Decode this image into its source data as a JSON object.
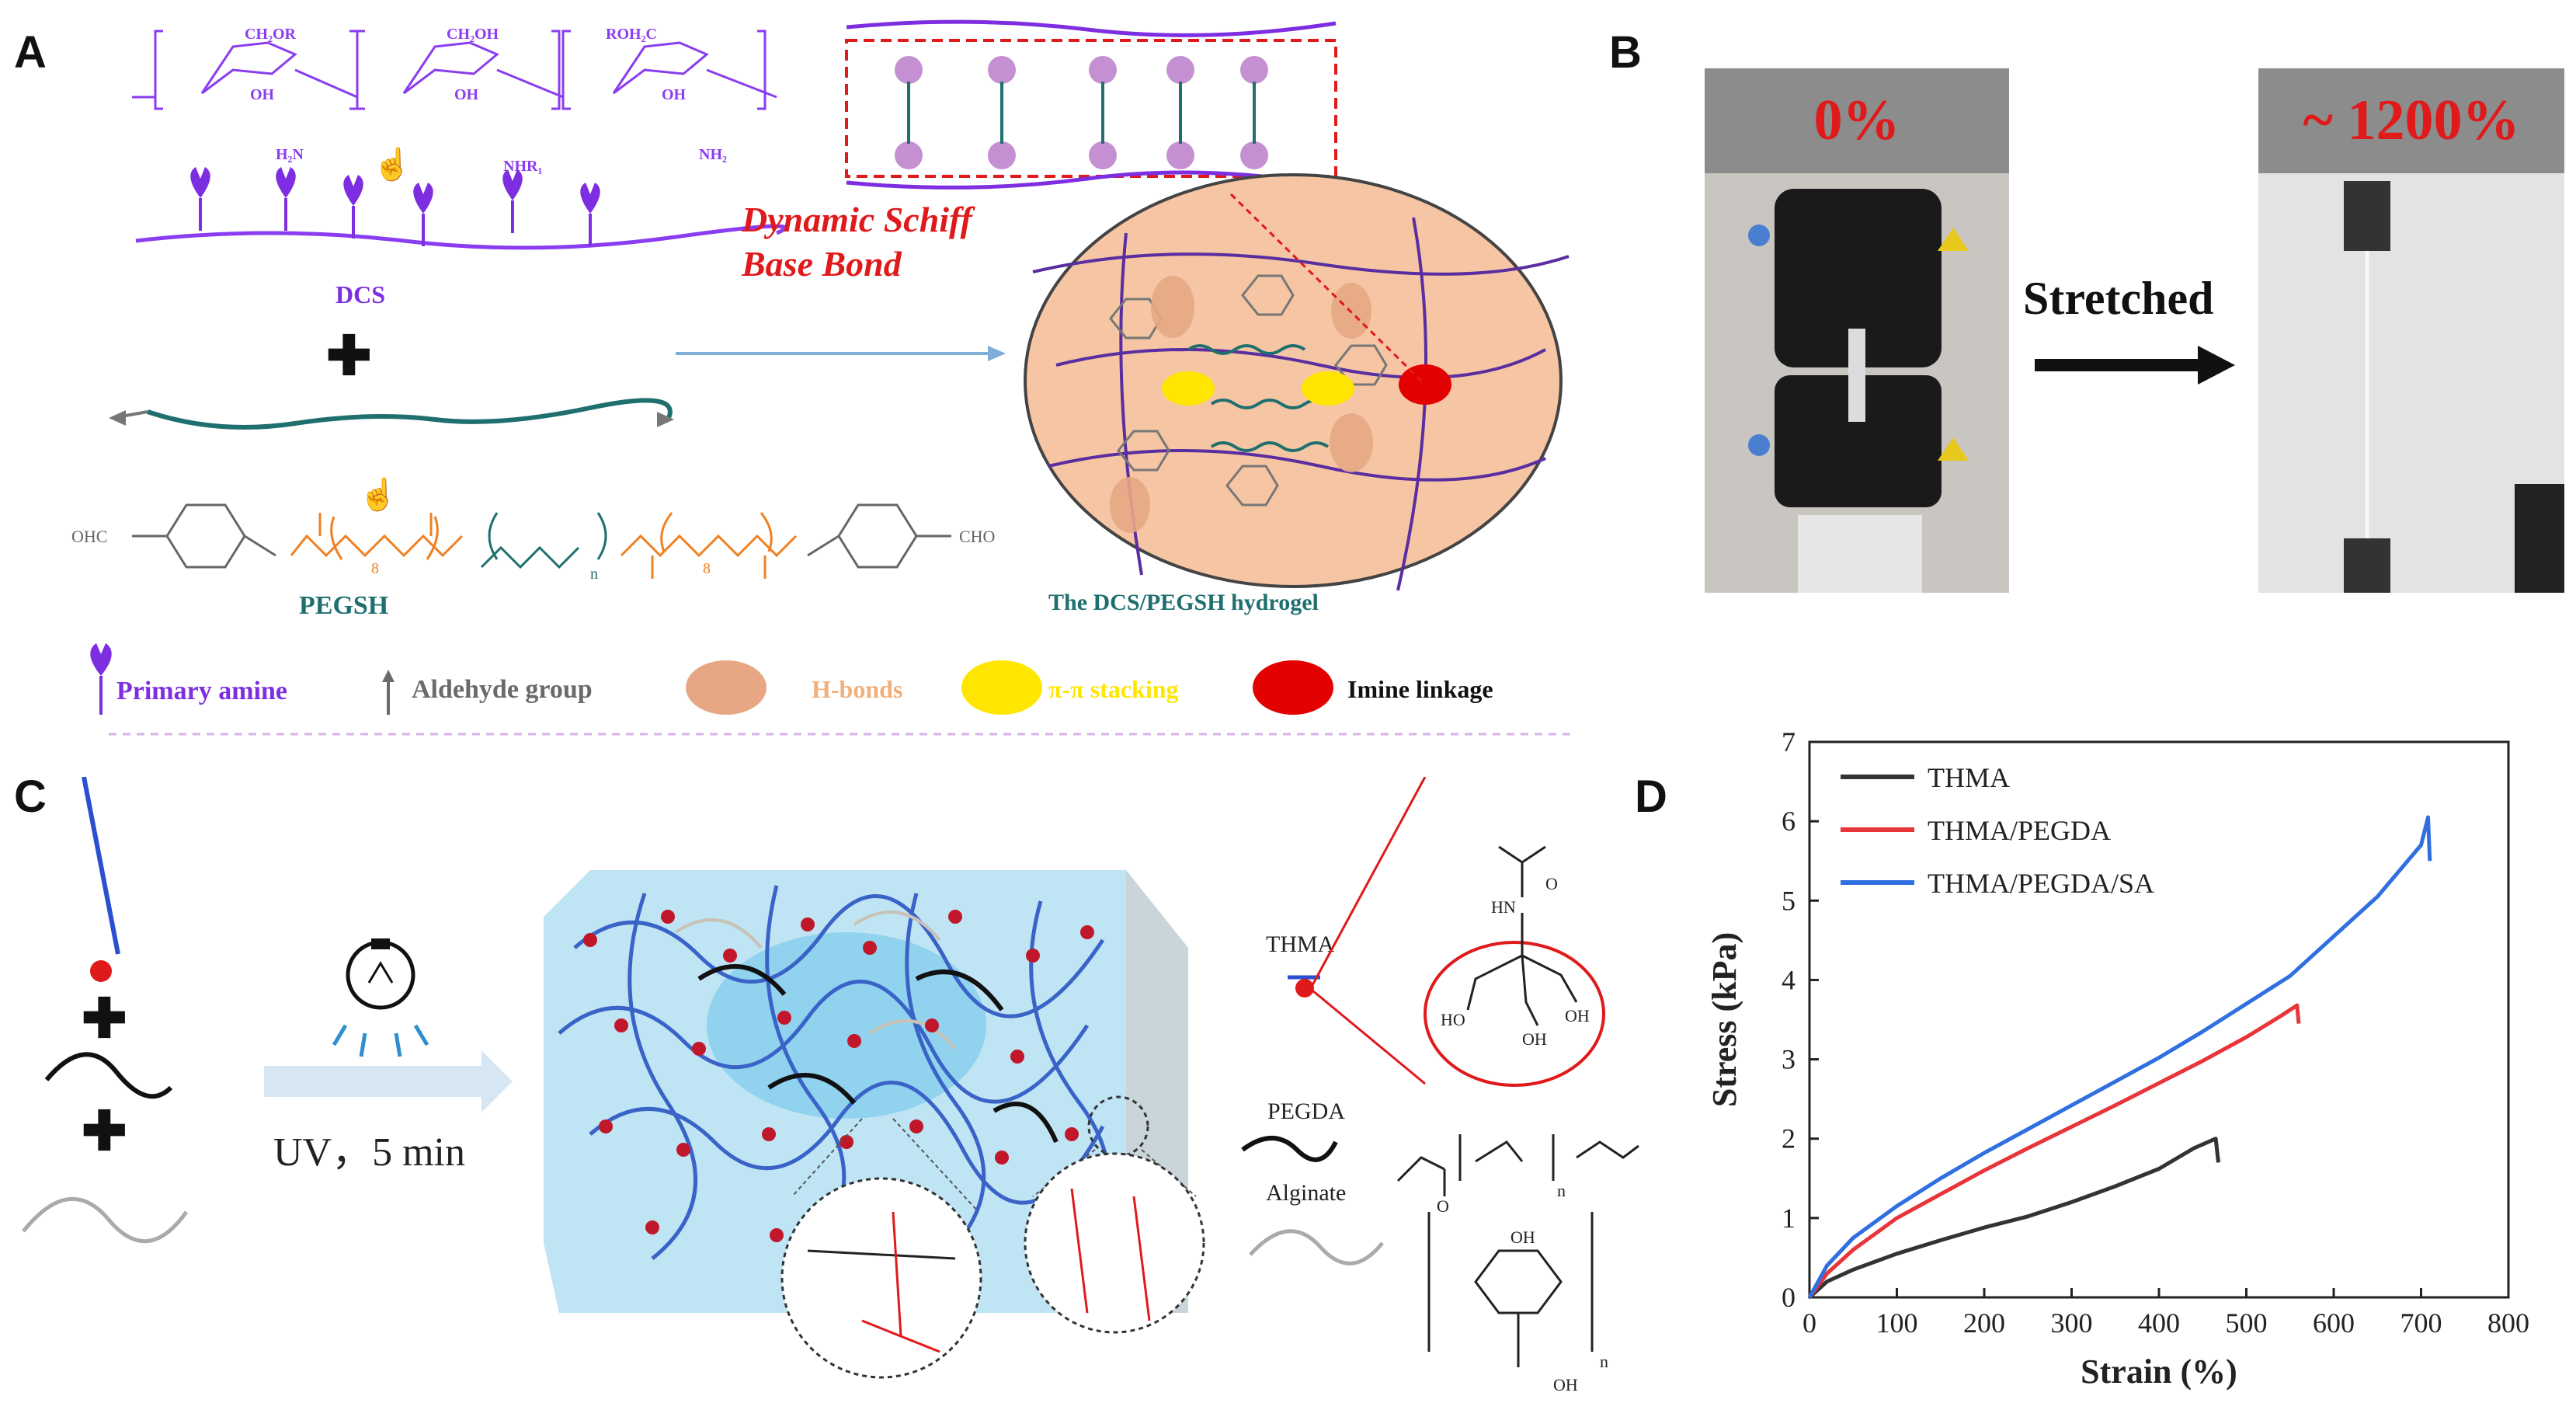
{
  "panels": {
    "a": "A",
    "b": "B",
    "c": "C",
    "d": "D"
  },
  "panel_a": {
    "dcs_label": "DCS",
    "schiff_line1": "Dynamic Schiff",
    "schiff_line2": "Base Bond",
    "pegsh_label": "PEGSH",
    "hydrogel_label": "The DCS/PEGSH hydrogel",
    "ohc_label": "OHC",
    "cho_label": "CHO",
    "subscript_n": "n",
    "subscript_8a": "8",
    "subscript_8b": "8",
    "chem_ch2or": "CH₂OR",
    "chem_ch2oh": "CH₂OH",
    "chem_roh2c": "ROH₂C",
    "chem_oh": "OH",
    "chem_h2n": "H₂N",
    "chem_nhr1": "NHR₁",
    "chem_nh2": "NH₂",
    "legend": [
      {
        "label": "Primary amine",
        "color": "#7d2ee0"
      },
      {
        "label": "Aldehyde group",
        "color": "#6a6a6a"
      },
      {
        "label": "H-bonds",
        "color": "#f0b07c"
      },
      {
        "label": "π-π stacking",
        "color": "#ffe600"
      },
      {
        "label": "Imine linkage",
        "color": "#111111"
      }
    ],
    "colors": {
      "amine": "#7d2ee0",
      "chain": "#1f6f6f",
      "pegsh_orange": "#f08020",
      "schiff_red": "#e0191b",
      "hydrogel_fill": "#f6c5a3",
      "imine_red": "#e30000"
    }
  },
  "panel_b": {
    "before_label": "0%",
    "after_label": "~ 1200%",
    "arrow_label": "Stretched"
  },
  "panel_c": {
    "uv_label": "UV，5 min",
    "thma_label": "THMA",
    "pegda_label": "PEGDA",
    "alginate_label": "Alginate",
    "chem_oh": "OH",
    "chem_ho": "HO",
    "chem_hn": "HN",
    "chem_o": "O",
    "chem_n": "n"
  },
  "chart_data": {
    "type": "line",
    "xlabel": "Strain (%)",
    "ylabel": "Stress (kPa)",
    "xlim": [
      0,
      800
    ],
    "ylim": [
      0,
      7
    ],
    "xticks": [
      0,
      100,
      200,
      300,
      400,
      500,
      600,
      700,
      800
    ],
    "yticks": [
      0,
      1,
      2,
      3,
      4,
      5,
      6,
      7
    ],
    "grid": false,
    "legend_position": "top-left",
    "series": [
      {
        "name": "THMA",
        "color": "#333333",
        "x": [
          0,
          20,
          50,
          100,
          150,
          200,
          250,
          300,
          350,
          400,
          440,
          465,
          468
        ],
        "y": [
          0,
          0.2,
          0.35,
          0.55,
          0.72,
          0.88,
          1.02,
          1.2,
          1.4,
          1.62,
          1.88,
          2.0,
          1.7
        ]
      },
      {
        "name": "THMA/PEGDA",
        "color": "#e8353a",
        "x": [
          0,
          20,
          50,
          100,
          150,
          200,
          250,
          300,
          350,
          400,
          450,
          500,
          540,
          558,
          560
        ],
        "y": [
          0,
          0.3,
          0.6,
          1.0,
          1.3,
          1.6,
          1.88,
          2.15,
          2.42,
          2.7,
          2.98,
          3.28,
          3.55,
          3.68,
          3.45
        ]
      },
      {
        "name": "THMA/PEGDA/SA",
        "color": "#2f6fe0",
        "x": [
          0,
          20,
          50,
          100,
          150,
          200,
          250,
          300,
          350,
          400,
          450,
          500,
          550,
          600,
          650,
          700,
          708,
          710
        ],
        "y": [
          0,
          0.4,
          0.75,
          1.15,
          1.5,
          1.82,
          2.12,
          2.42,
          2.72,
          3.02,
          3.35,
          3.7,
          4.05,
          4.55,
          5.05,
          5.7,
          6.05,
          5.5
        ]
      }
    ]
  }
}
